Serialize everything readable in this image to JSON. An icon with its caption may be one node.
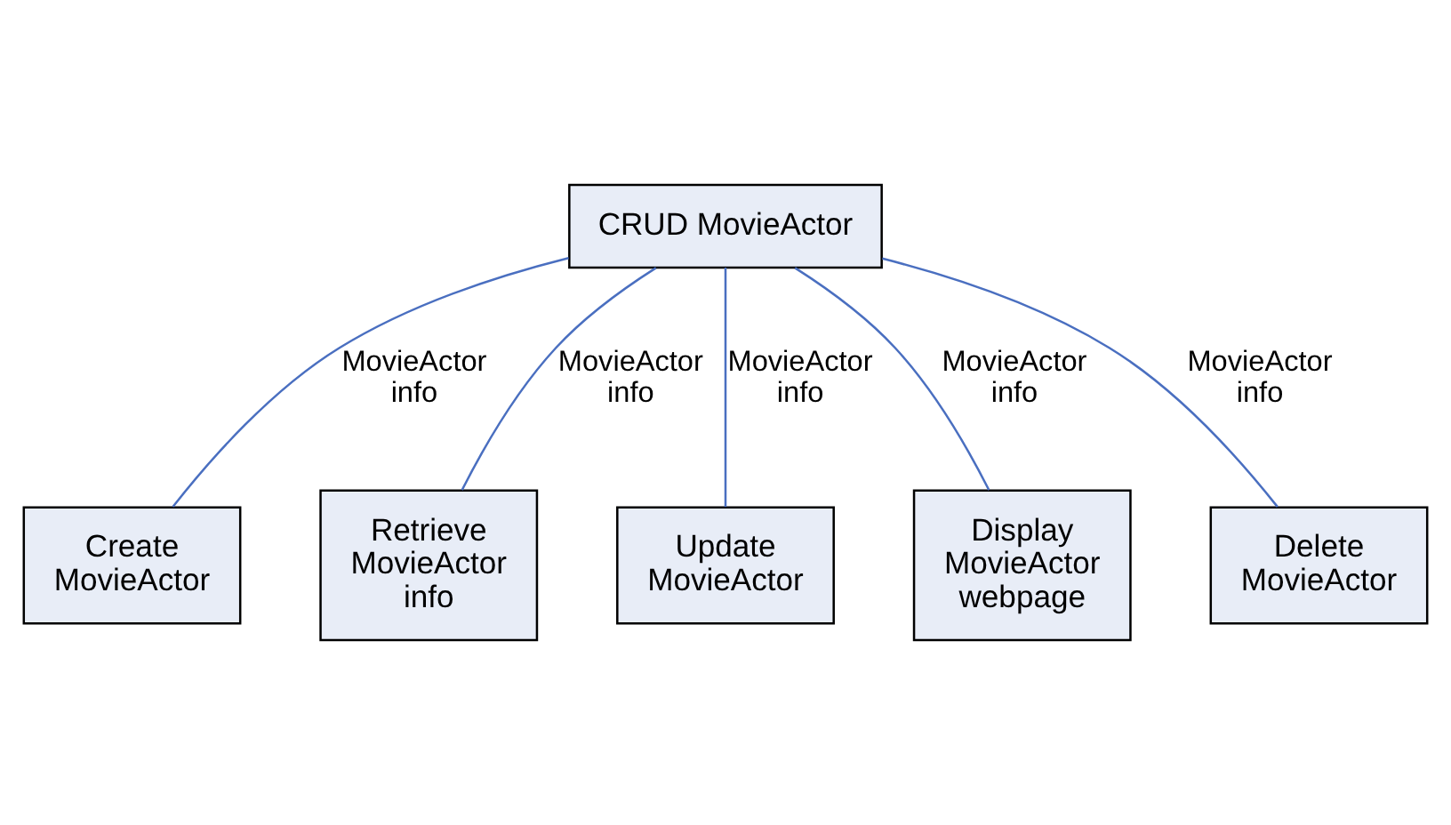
{
  "diagram": {
    "nodes": [
      {
        "text": [
          "CRUD MovieActor"
        ]
      },
      {
        "text": [
          "Create MovieActor"
        ]
      },
      {
        "text": [
          "Retrieve MovieActor info"
        ]
      },
      {
        "text": [
          "Update MovieActor"
        ]
      },
      {
        "text": [
          "Display MovieActor webpage"
        ]
      },
      {
        "text": [
          "Delete MovieActor"
        ]
      }
    ],
    "edges": [
      {
        "from": 0,
        "to": 1,
        "arrow": "none",
        "label": "MovieActor info"
      },
      {
        "from": 0,
        "to": 2,
        "arrow": "none",
        "label": "MovieActor info"
      },
      {
        "from": 0,
        "to": 3,
        "arrow": "none",
        "label": "MovieActor info"
      },
      {
        "from": 0,
        "to": 4,
        "arrow": "none",
        "label": "MovieActor info"
      },
      {
        "from": 0,
        "to": 5,
        "arrow": "none",
        "label": "MovieActor info"
      }
    ]
  }
}
